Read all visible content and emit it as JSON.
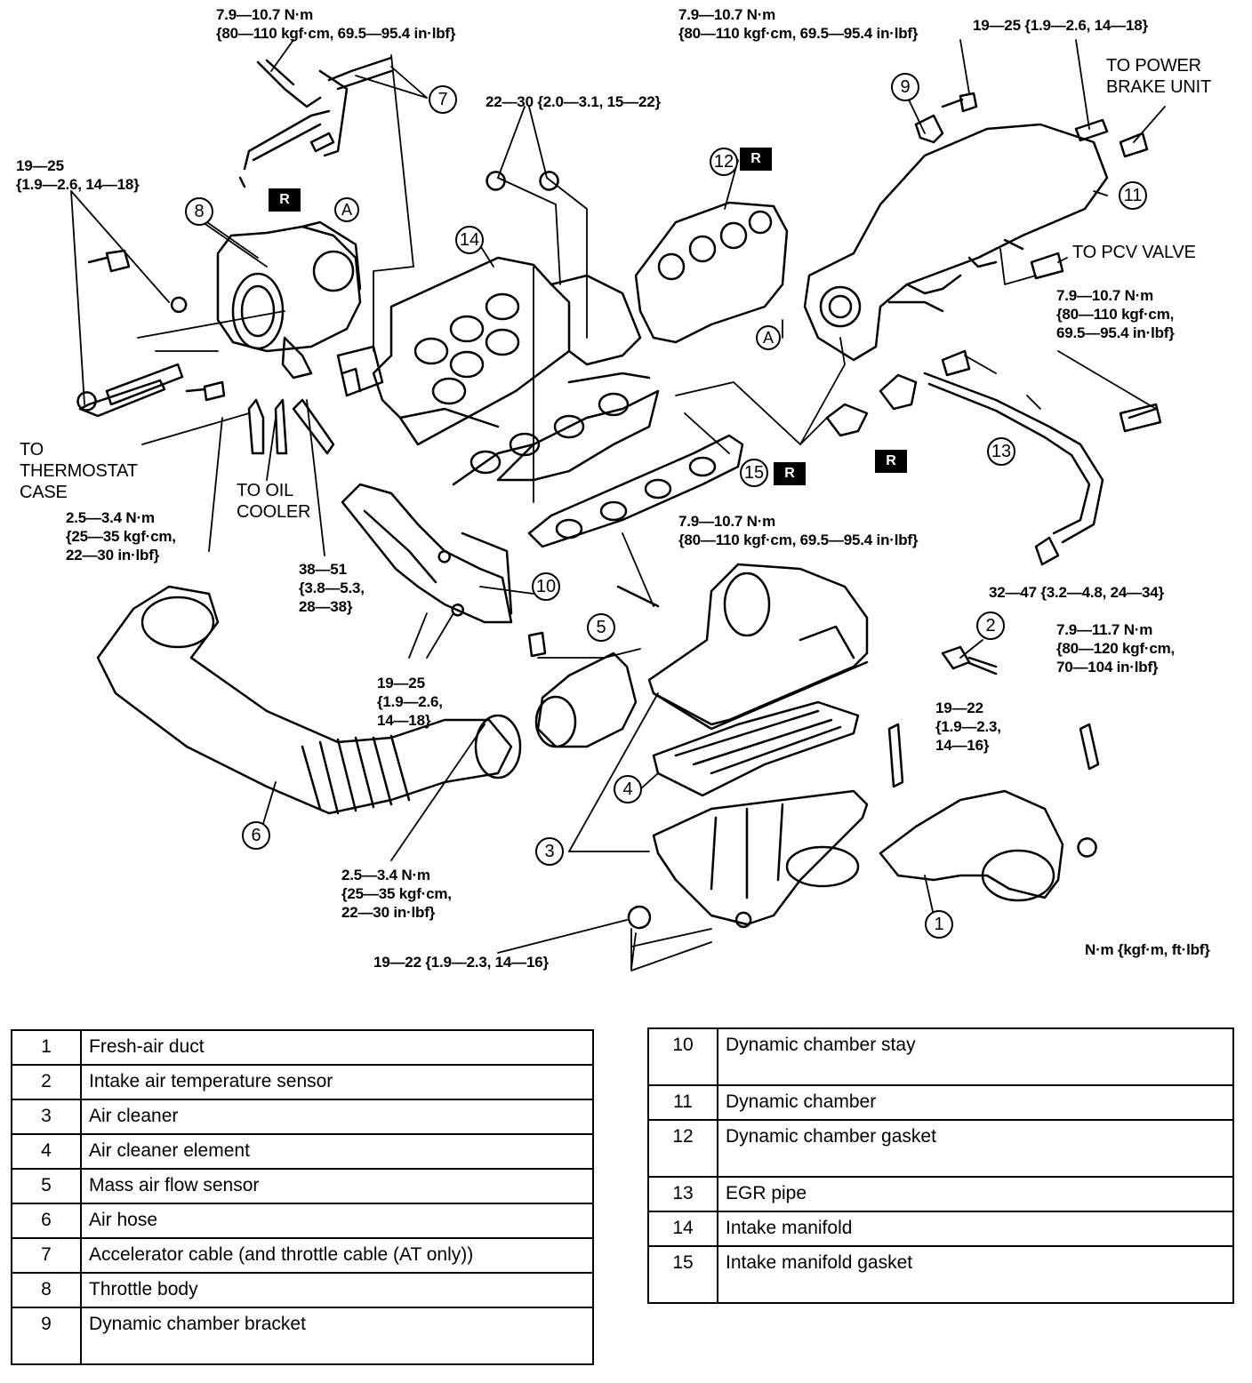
{
  "torque_labels": {
    "t1": "7.9—10.7 N·m\n{80—110 kgf·cm, 69.5—95.4 in·lbf}",
    "t2": "7.9—10.7 N·m\n{80—110 kgf·cm, 69.5—95.4 in·lbf}",
    "t3": "19—25 {1.9—2.6, 14—18}",
    "t4": "22—30 {2.0—3.1, 15—22}",
    "t5": "19—25\n{1.9—2.6, 14—18}",
    "t6": "7.9—10.7 N·m\n{80—110 kgf·cm,\n69.5—95.4 in·lbf}",
    "t7": "2.5—3.4 N·m\n{25—35 kgf·cm,\n22—30 in·lbf}",
    "t8": "38—51\n{3.8—5.3,\n28—38}",
    "t9": "7.9—10.7 N·m\n{80—110 kgf·cm, 69.5—95.4 in·lbf}",
    "t10": "32—47 {3.2—4.8, 24—34}",
    "t11": "7.9—11.7 N·m\n{80—120 kgf·cm,\n70—104 in·lbf}",
    "t12": "19—25\n{1.9—2.6,\n14—18}",
    "t13": "19—22\n{1.9—2.3,\n14—16}",
    "t14": "2.5—3.4 N·m\n{25—35 kgf·cm,\n22—30 in·lbf}",
    "t15": "19—22 {1.9—2.3, 14—16}",
    "units": "N·m {kgf·m, ft·lbf}"
  },
  "notes": {
    "power_brake": "TO POWER\nBRAKE UNIT",
    "pcv": "TO PCV VALVE",
    "thermostat": "TO\nTHERMOSTAT\nCASE",
    "oil_cooler": "TO OIL\nCOOLER"
  },
  "marks": {
    "r": "R",
    "a": "A"
  },
  "callouts": [
    "1",
    "2",
    "3",
    "4",
    "5",
    "6",
    "7",
    "8",
    "9",
    "10",
    "11",
    "12",
    "13",
    "14",
    "15"
  ],
  "legend_left": [
    {
      "num": "1",
      "name": "Fresh-air duct"
    },
    {
      "num": "2",
      "name": "Intake air temperature sensor"
    },
    {
      "num": "3",
      "name": "Air cleaner"
    },
    {
      "num": "4",
      "name": "Air cleaner element"
    },
    {
      "num": "5",
      "name": "Mass air flow sensor"
    },
    {
      "num": "6",
      "name": "Air hose"
    },
    {
      "num": "7",
      "name": "Accelerator cable (and throttle cable (AT only))"
    },
    {
      "num": "8",
      "name": "Throttle body"
    },
    {
      "num": "9",
      "name": "Dynamic chamber bracket"
    }
  ],
  "legend_right": [
    {
      "num": "10",
      "name": "Dynamic chamber stay"
    },
    {
      "num": "11",
      "name": "Dynamic chamber"
    },
    {
      "num": "12",
      "name": "Dynamic chamber gasket"
    },
    {
      "num": "13",
      "name": "EGR pipe"
    },
    {
      "num": "14",
      "name": "Intake manifold"
    },
    {
      "num": "15",
      "name": "Intake manifold gasket"
    }
  ]
}
